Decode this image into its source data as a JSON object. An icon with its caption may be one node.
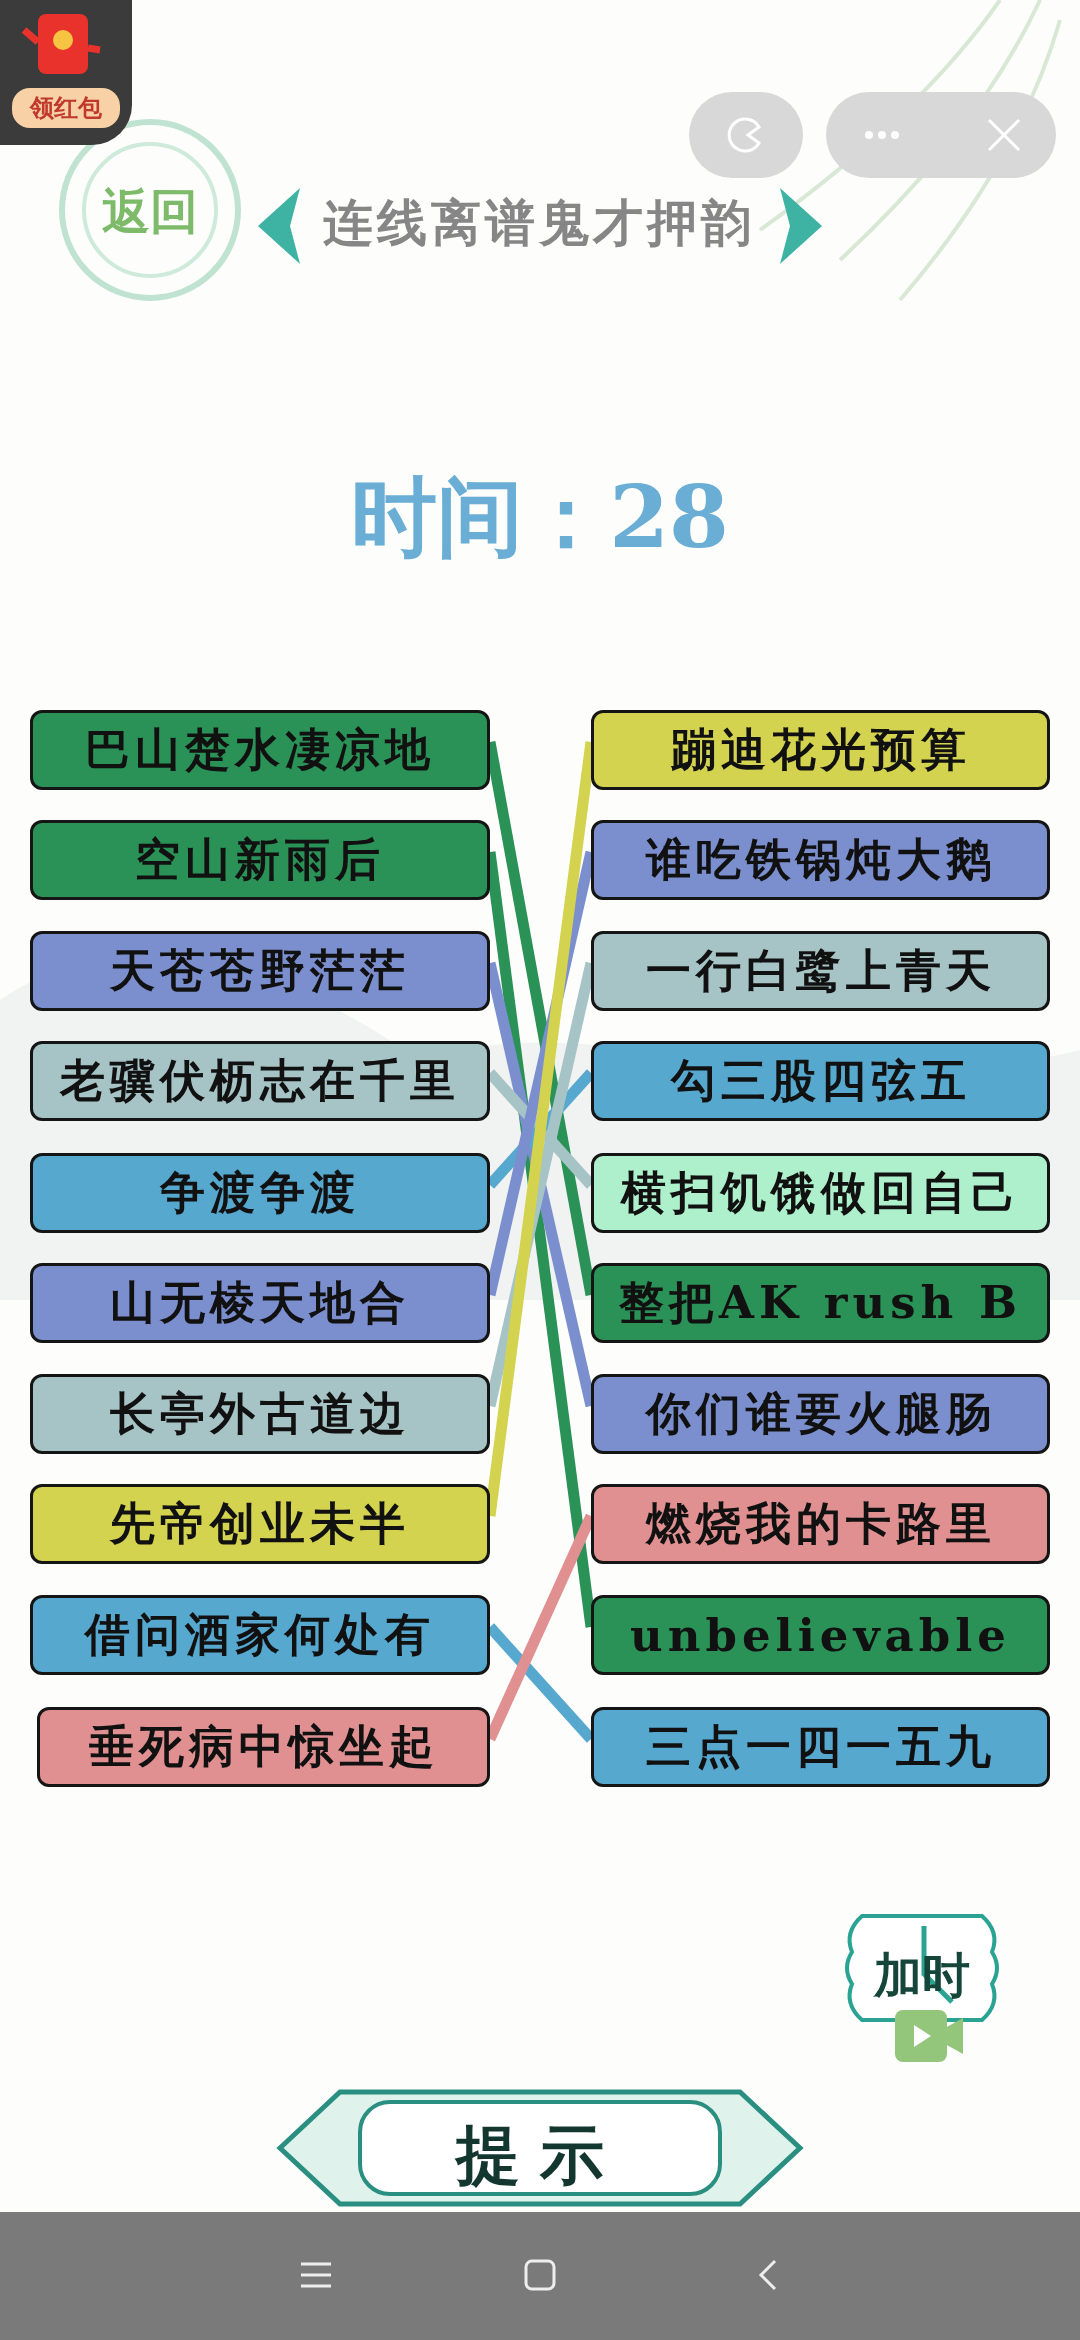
{
  "diagram": {
    "title": "连线离谱鬼才押韵",
    "nodes": [
      {
        "text": [
          "巴山楚水凄凉地"
        ]
      },
      {
        "text": [
          "空山新雨后"
        ]
      },
      {
        "text": [
          "天苍苍野茫茫"
        ]
      },
      {
        "text": [
          "老骥伏枥志在千里"
        ]
      },
      {
        "text": [
          "争渡争渡"
        ]
      },
      {
        "text": [
          "山无棱天地合"
        ]
      },
      {
        "text": [
          "长亭外古道边"
        ]
      },
      {
        "text": [
          "先帝创业未半"
        ]
      },
      {
        "text": [
          "借问酒家何处有"
        ]
      },
      {
        "text": [
          "垂死病中惊坐起"
        ]
      },
      {
        "text": [
          "蹦迪花光预算"
        ]
      },
      {
        "text": [
          "谁吃铁锅炖大鹅"
        ]
      },
      {
        "text": [
          "一行白鹭上青天"
        ]
      },
      {
        "text": [
          "勾三股四弦五"
        ]
      },
      {
        "text": [
          "横扫饥饿做回自己"
        ]
      },
      {
        "text": [
          "整把AK rush B"
        ]
      },
      {
        "text": [
          "你们谁要火腿肠"
        ]
      },
      {
        "text": [
          "燃烧我的卡路里"
        ]
      },
      {
        "text": [
          "unbelievable"
        ]
      },
      {
        "text": [
          "三点一四一五九"
        ]
      }
    ],
    "edges": [
      {
        "from": 0,
        "to": 15,
        "arrow": "none",
        "color": "#2a9157"
      },
      {
        "from": 1,
        "to": 18,
        "arrow": "none",
        "color": "#2a9157"
      },
      {
        "from": 2,
        "to": 16,
        "arrow": "none",
        "color": "#7b8fce"
      },
      {
        "from": 3,
        "to": 14,
        "arrow": "none",
        "color": "#a6c3c6"
      },
      {
        "from": 4,
        "to": 13,
        "arrow": "none",
        "color": "#56a8cf"
      },
      {
        "from": 5,
        "to": 11,
        "arrow": "none",
        "color": "#7b8fce"
      },
      {
        "from": 6,
        "to": 12,
        "arrow": "none",
        "color": "#a6c3c6"
      },
      {
        "from": 7,
        "to": 10,
        "arrow": "none",
        "color": "#d4d34f"
      },
      {
        "from": 8,
        "to": 19,
        "arrow": "none",
        "color": "#56a8cf"
      },
      {
        "from": 9,
        "to": 17,
        "arrow": "none",
        "color": "#e09090"
      }
    ],
    "labels": [
      "领红包",
      "返回",
      "时间：28",
      "加时",
      "提示"
    ]
  }
}
